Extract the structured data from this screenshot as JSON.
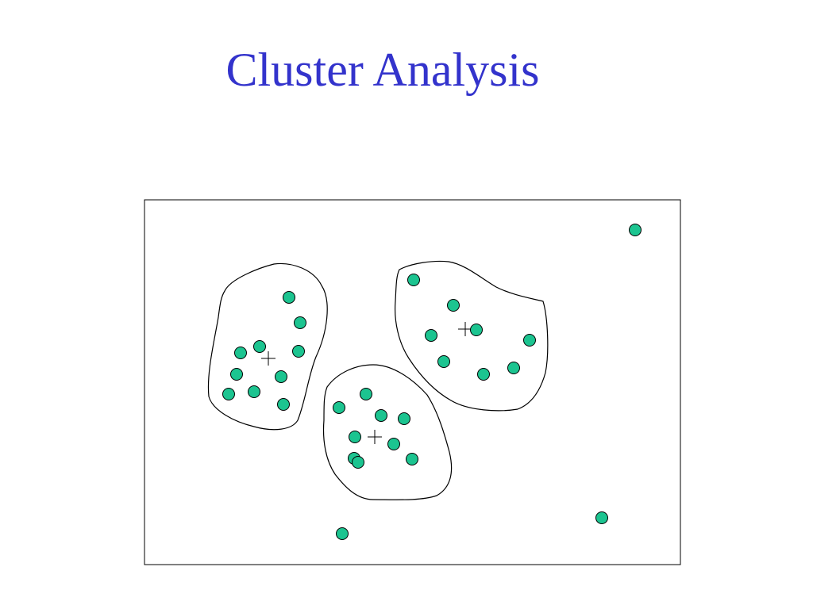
{
  "slide": {
    "title": "Cluster Analysis"
  },
  "colors": {
    "title": "#3333cc",
    "point_fill": "#1cc490",
    "stroke": "#000000"
  },
  "icons": {
    "centroid": "plus-marker-icon",
    "point": "filled-circle-icon"
  },
  "clusters": [
    {
      "name": "left",
      "centroid": [
        338,
        452
      ],
      "points": [
        [
          364,
          375
        ],
        [
          378,
          407
        ],
        [
          327,
          437
        ],
        [
          303,
          445
        ],
        [
          376,
          443
        ],
        [
          298,
          472
        ],
        [
          354,
          475
        ],
        [
          288,
          497
        ],
        [
          320,
          494
        ],
        [
          357,
          510
        ]
      ]
    },
    {
      "name": "bottom",
      "centroid": [
        472,
        551
      ],
      "points": [
        [
          461,
          497
        ],
        [
          427,
          514
        ],
        [
          480,
          524
        ],
        [
          509,
          528
        ],
        [
          447,
          551
        ],
        [
          496,
          560
        ],
        [
          446,
          578
        ],
        [
          451,
          583
        ],
        [
          519,
          579
        ]
      ]
    },
    {
      "name": "right",
      "centroid": [
        586,
        415
      ],
      "points": [
        [
          521,
          353
        ],
        [
          571,
          385
        ],
        [
          543,
          423
        ],
        [
          600,
          416
        ],
        [
          667,
          429
        ],
        [
          559,
          456
        ],
        [
          609,
          472
        ],
        [
          647,
          464
        ]
      ]
    }
  ],
  "outliers": [
    [
      800,
      290
    ],
    [
      758,
      653
    ],
    [
      431,
      673
    ]
  ]
}
